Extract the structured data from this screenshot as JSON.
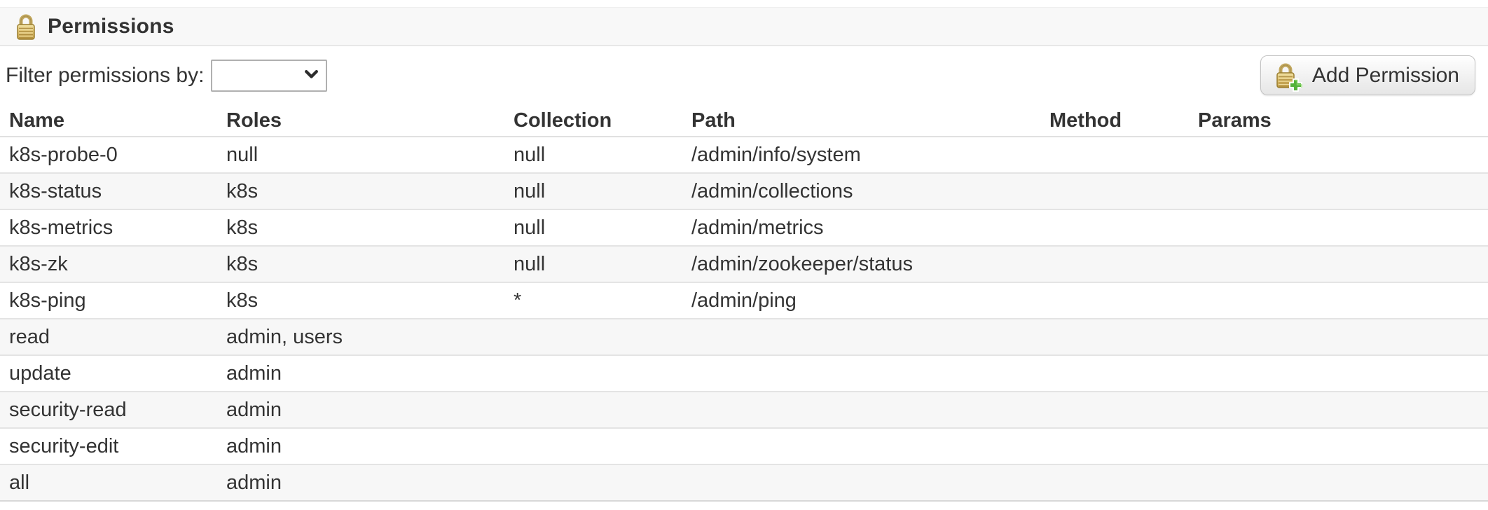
{
  "header": {
    "title": "Permissions",
    "icon": "lock-icon"
  },
  "filter": {
    "label": "Filter permissions by:",
    "selected_value": ""
  },
  "actions": {
    "add_permission_label": "Add Permission",
    "add_permission_icon": "lock-plus-icon"
  },
  "table": {
    "columns": [
      "Name",
      "Roles",
      "Collection",
      "Path",
      "Method",
      "Params"
    ],
    "rows": [
      [
        "k8s-probe-0",
        "null",
        "null",
        "/admin/info/system",
        "",
        ""
      ],
      [
        "k8s-status",
        "k8s",
        "null",
        "/admin/collections",
        "",
        ""
      ],
      [
        "k8s-metrics",
        "k8s",
        "null",
        "/admin/metrics",
        "",
        ""
      ],
      [
        "k8s-zk",
        "k8s",
        "null",
        "/admin/zookeeper/status",
        "",
        ""
      ],
      [
        "k8s-ping",
        "k8s",
        "*",
        "/admin/ping",
        "",
        ""
      ],
      [
        "read",
        "admin, users",
        "",
        "",
        "",
        ""
      ],
      [
        "update",
        "admin",
        "",
        "",
        "",
        ""
      ],
      [
        "security-read",
        "admin",
        "",
        "",
        "",
        ""
      ],
      [
        "security-edit",
        "admin",
        "",
        "",
        "",
        ""
      ],
      [
        "all",
        "admin",
        "",
        "",
        "",
        ""
      ]
    ]
  },
  "colors": {
    "lock_gold": "#d9b95c",
    "plus_green": "#55b23a",
    "row_alt_bg": "#f7f7f7",
    "row_border": "#e4e4e4",
    "panel_bg": "#f8f8f8",
    "text": "#333333"
  }
}
